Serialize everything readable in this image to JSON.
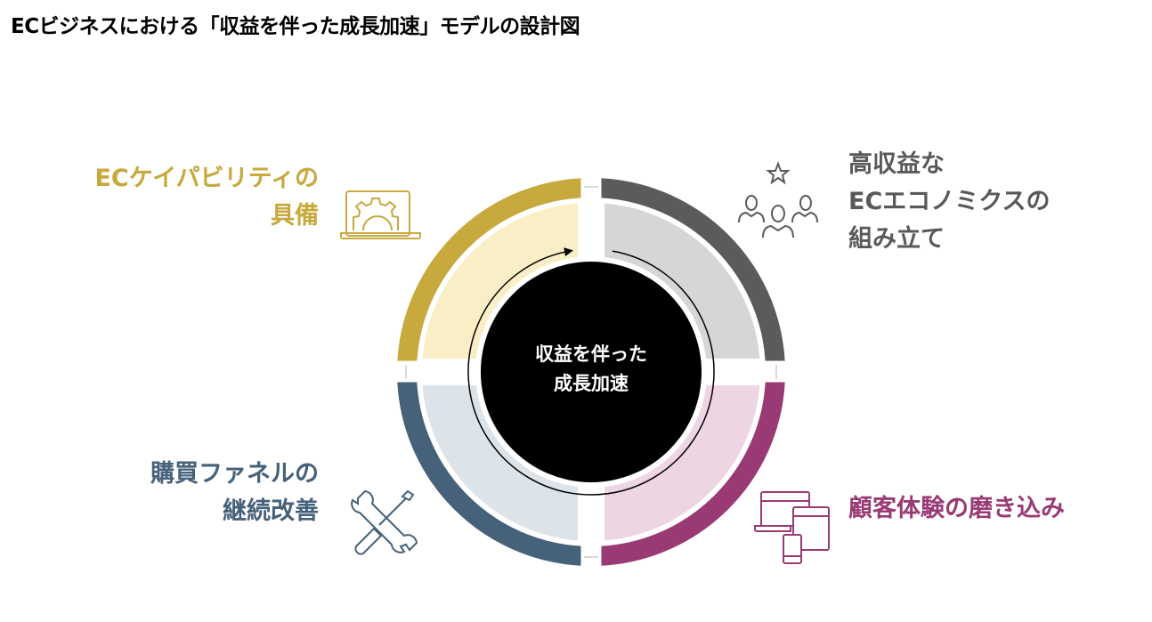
{
  "title": "ECビジネスにおける「収益を伴った成長加速」モデルの設計図",
  "center": {
    "lines": [
      "収益を伴った",
      "成長加速"
    ]
  },
  "quadrants": [
    {
      "lines": [
        "ECケイパビリティの",
        "具備"
      ],
      "icon": "laptop-gear-icon",
      "color": "#C8A93E",
      "fill": "#F9EEC5"
    },
    {
      "lines": [
        "高収益な",
        "ECエコノミクスの",
        "組み立て"
      ],
      "icon": "people-star-icon",
      "color": "#5B5B5B",
      "fill": "#D6D6D6"
    },
    {
      "lines": [
        "購買ファネルの",
        "継続改善"
      ],
      "icon": "tools-icon",
      "color": "#46617A",
      "fill": "#DCE3E9"
    },
    {
      "lines": [
        "顧客体験の磨き込み"
      ],
      "icon": "devices-icon",
      "color": "#993A74",
      "fill": "#EDD5E3"
    }
  ]
}
